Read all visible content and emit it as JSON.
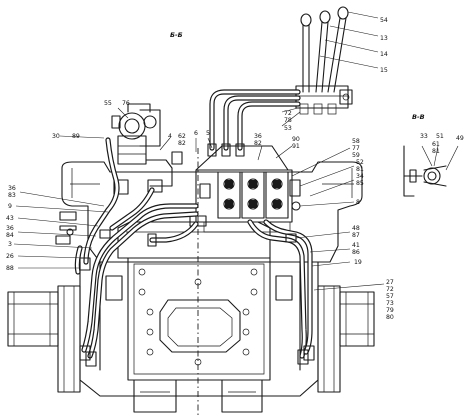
{
  "view_titles": {
    "main": "Б-Б",
    "detail": "В-В"
  },
  "callouts": {
    "c54": "54",
    "c13": "13",
    "c14": "14",
    "c15": "15",
    "c72": "72",
    "c78": "78",
    "c53": "53",
    "c55": "55",
    "c76": "76",
    "c30": "30",
    "c89": "89",
    "c4": "4",
    "c62": "62",
    "c82": "82",
    "c6": "6",
    "c5": "5",
    "c36a": "36",
    "c82b": "82",
    "c90": "90",
    "c91": "91",
    "c58": "58",
    "c77": "77",
    "c59": "59",
    "c52": "52",
    "c81": "81",
    "c34": "34",
    "c85": "85",
    "c8": "8",
    "c36": "36",
    "c83": "83",
    "c9": "9",
    "c43": "43",
    "c36b": "36",
    "c84": "84",
    "c3": "3",
    "c26": "26",
    "c88": "88",
    "c48": "48",
    "c87": "87",
    "c41": "41",
    "c86": "86",
    "c19": "19",
    "c27": "27",
    "c72b": "72",
    "c57": "57",
    "c73": "73",
    "c79": "79",
    "c80": "80",
    "c33": "33",
    "c51": "51",
    "c61": "61",
    "c81b": "81",
    "c49": "49"
  }
}
